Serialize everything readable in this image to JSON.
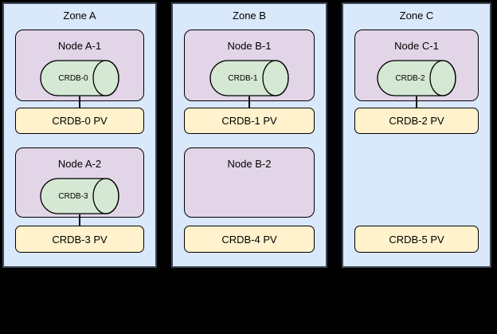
{
  "colors": {
    "background": "#000000",
    "zone_fill": "#dae8fc",
    "zone_border": "#3b4754",
    "node_fill": "#e1d5e7",
    "node_border": "#000000",
    "cylinder_fill": "#d5e8d4",
    "cylinder_border": "#000000",
    "pv_fill": "#fff2cc",
    "pv_border": "#000000",
    "text": "#000000"
  },
  "zones": [
    {
      "title": "Zone A",
      "rows": [
        {
          "node": {
            "title": "Node A-1",
            "cylinder": "CRDB-0"
          },
          "connected": true,
          "pv": "CRDB-0 PV"
        },
        {
          "node": {
            "title": "Node A-2",
            "cylinder": "CRDB-3"
          },
          "connected": true,
          "pv": "CRDB-3 PV"
        }
      ]
    },
    {
      "title": "Zone B",
      "rows": [
        {
          "node": {
            "title": "Node B-1",
            "cylinder": "CRDB-1"
          },
          "connected": true,
          "pv": "CRDB-1 PV"
        },
        {
          "node": {
            "title": "Node B-2",
            "cylinder": null
          },
          "connected": false,
          "pv": "CRDB-4 PV"
        }
      ]
    },
    {
      "title": "Zone C",
      "rows": [
        {
          "node": {
            "title": "Node C-1",
            "cylinder": "CRDB-2"
          },
          "connected": true,
          "pv": "CRDB-2 PV"
        },
        {
          "node": null,
          "connected": false,
          "pv": "CRDB-5 PV"
        }
      ]
    }
  ]
}
